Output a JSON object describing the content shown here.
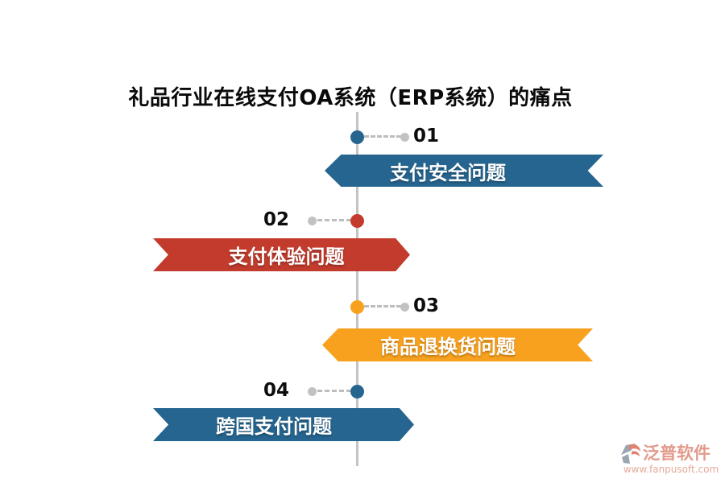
{
  "title": "礼品行业在线支付OA系统（ERP系统）的痛点",
  "colors": {
    "blue": "#25658f",
    "red": "#c23b2c",
    "orange": "#f7a11e",
    "timeline_gray": "#c3c3c3",
    "connector_gray": "#bdbdbd",
    "banner_text": "#ffffff",
    "watermark_coral": "#e29a8b",
    "watermark_icon_gray": "#9aa5b1"
  },
  "items": [
    {
      "number": "01",
      "label": "支付安全问题",
      "color": "#25658f",
      "side": "right"
    },
    {
      "number": "02",
      "label": "支付体验问题",
      "color": "#c23b2c",
      "side": "left"
    },
    {
      "number": "03",
      "label": "商品退换货问题",
      "color": "#f7a11e",
      "side": "right"
    },
    {
      "number": "04",
      "label": "跨国支付问题",
      "color": "#25658f",
      "side": "left"
    }
  ],
  "watermark": {
    "brand": "泛普软件",
    "url": "www.fanpusoft.com"
  }
}
